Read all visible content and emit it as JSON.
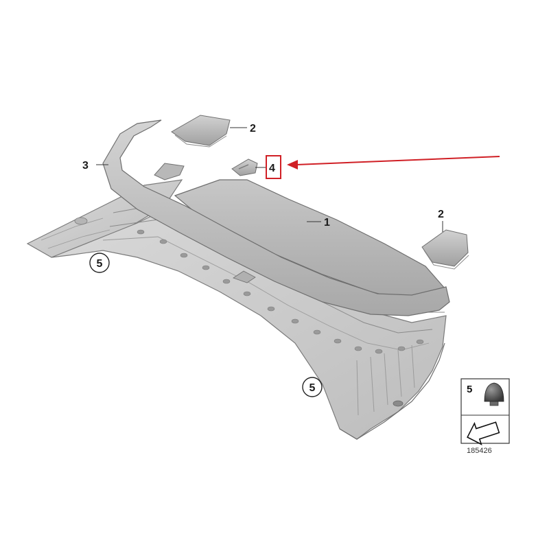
{
  "callouts": {
    "part_1": "1",
    "part_2_top": "2",
    "part_2_right": "2",
    "part_3": "3",
    "part_4": "4",
    "part_5_left": "5",
    "part_5_bottom": "5"
  },
  "legend": {
    "item_number": "5"
  },
  "reference_number": "185426",
  "colors": {
    "highlight": "#d01f25",
    "part_fill": "#c9c9c9",
    "part_dark": "#9e9e9e",
    "outline": "#6e6e6e"
  }
}
